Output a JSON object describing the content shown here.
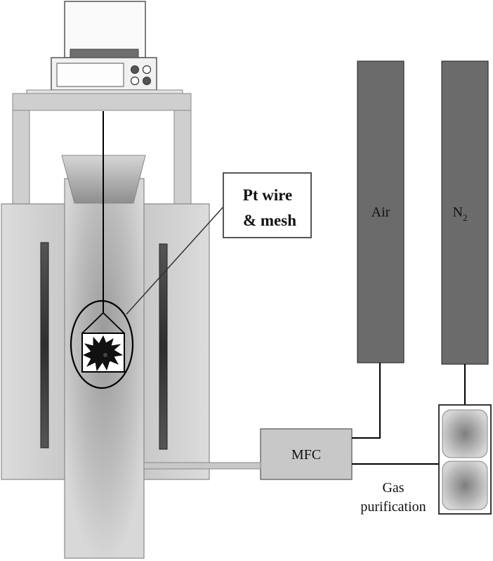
{
  "labels": {
    "callout_line1": "Pt wire",
    "callout_line2": "& mesh",
    "air": "Air",
    "n2_base": "N",
    "n2_sub": "2",
    "mfc": "MFC",
    "gas_line1": "Gas",
    "gas_line2": "purification"
  },
  "colors": {
    "cylinder": "#6b6b6b",
    "furnace": "#d2d2d2",
    "frame": "#cfcfcf",
    "heater": "#4a4a4a",
    "line": "#000000"
  }
}
